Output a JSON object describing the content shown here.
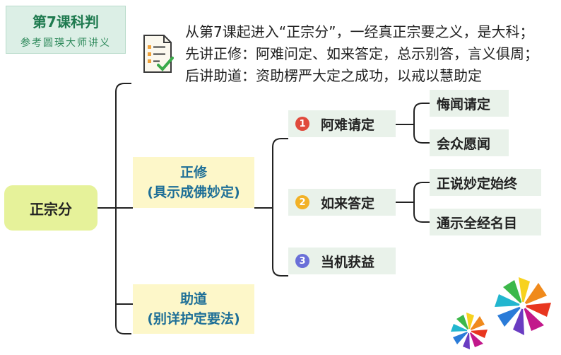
{
  "header": {
    "title": "第7课科判",
    "subtitle": "参考圆瑛大师讲义"
  },
  "intro_lines": [
    "从第7课起进入“正宗分”，一经真正宗要之义，是大科；",
    "先讲正修：阿难问定、如来答定，总示别答，言义俱周；",
    "后讲助道：资助楞严大定之成功，以戒以慧助定"
  ],
  "tree": {
    "root": "正宗分",
    "branch_main": {
      "line1": "正修",
      "line2": "(具示成佛妙定)"
    },
    "branch_aid": {
      "line1": "助道",
      "line2": "(别详护定要法)"
    },
    "sections": [
      {
        "num": "1",
        "color": "#e04a3c",
        "label": "阿难请定",
        "children": [
          "悔闻请定",
          "会众愿闻"
        ]
      },
      {
        "num": "2",
        "color": "#f2b126",
        "label": "如来答定",
        "children": [
          "正说妙定始终",
          "通示全经名目"
        ]
      },
      {
        "num": "3",
        "color": "#6a6fd8",
        "label": "当机获益",
        "children": []
      }
    ]
  },
  "icons": [
    "document-checklist-icon",
    "flower-decoration-icon"
  ]
}
